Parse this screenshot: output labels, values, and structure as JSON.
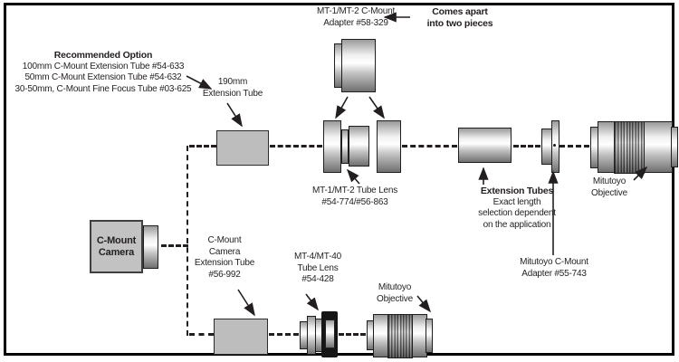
{
  "labels": {
    "recommended": {
      "title": "Recommended Option",
      "lines": [
        "100mm C-Mount Extension Tube #54-633",
        "50mm C-Mount Extension Tube #54-632",
        "30-50mm, C-Mount Fine Focus Tube #03-625"
      ]
    },
    "tube190": {
      "lines": [
        "190mm",
        "Extension Tube"
      ]
    },
    "adapterTop": {
      "lines": [
        "MT-1/MT-2 C-Mount",
        "Adapter #58-329"
      ]
    },
    "comesApart": {
      "lines": [
        "Comes apart",
        "into two pieces"
      ]
    },
    "tubeLens12": {
      "lines": [
        "MT-1/MT-2 Tube Lens",
        "#54-774/#56-863"
      ]
    },
    "extensionTubes": {
      "title": "Extension Tubes",
      "lines": [
        "Exact length",
        "selection dependent",
        "on the application"
      ]
    },
    "mitAdapter": {
      "lines": [
        "Mitutoyo C-Mount",
        "Adapter #55-743"
      ]
    },
    "objectiveMid": {
      "lines": [
        "Mitutoyo",
        "Objective"
      ]
    },
    "camera": {
      "lines": [
        "C-Mount",
        "Camera"
      ]
    },
    "cameraExt": {
      "lines": [
        "C-Mount",
        "Camera",
        "Extension Tube",
        "#56-992"
      ]
    },
    "tubeLens440": {
      "lines": [
        "MT-4/MT-40",
        "Tube Lens",
        "#54-428"
      ]
    },
    "objectiveBottom": {
      "lines": [
        "Mitutoyo",
        "Objective"
      ]
    }
  },
  "colors": {
    "background": "#ffffff",
    "frame": "#000000",
    "text": "#231f20",
    "component_fill": "#bdbdbd"
  }
}
